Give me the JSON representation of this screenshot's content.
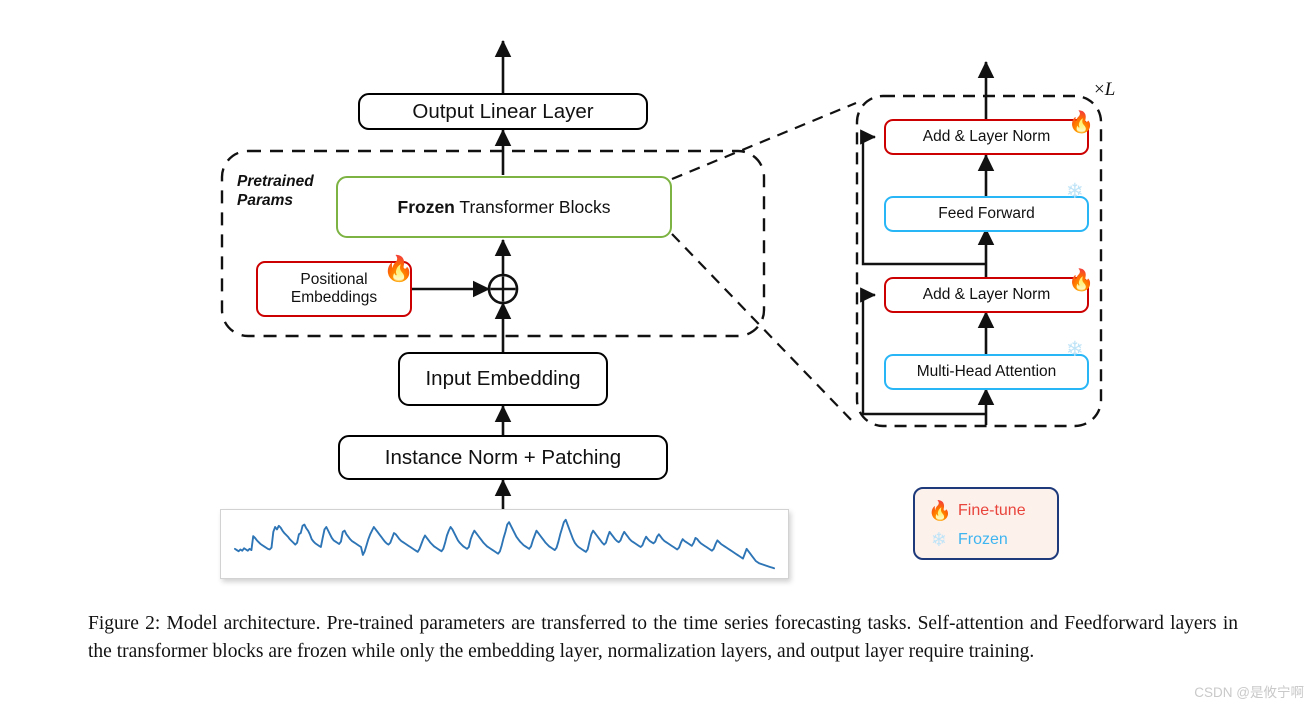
{
  "figure": {
    "caption": "Figure 2: Model architecture. Pre-trained parameters are transferred to the time series forecasting tasks. Self-attention and Feedforward layers in the transformer blocks are frozen while only the embedding layer, normalization layers, and output layer require training.",
    "watermark": "CSDN @是攸宁啊"
  },
  "main_pipeline": {
    "output_linear_layer": "Output Linear Layer",
    "frozen_transformer_blocks_bold": "Frozen",
    "frozen_transformer_blocks_rest": " Transformer Blocks",
    "positional_embeddings_line1": "Positional",
    "positional_embeddings_line2": "Embeddings",
    "input_embedding": "Input Embedding",
    "instance_norm_patching": "Instance Norm + Patching",
    "pretrained_params_line1": "Pretrained",
    "pretrained_params_line2": "Params",
    "add_symbol": "plus-circle-icon"
  },
  "transformer_detail": {
    "repeat_label_prefix": "×",
    "repeat_label_var": "L",
    "add_norm_top": "Add & Layer Norm",
    "feed_forward": "Feed Forward",
    "add_norm_bottom": "Add & Layer Norm",
    "multi_head_attention": "Multi-Head Attention"
  },
  "legend": {
    "fine_tune_icon": "fire-icon",
    "fine_tune_label": "Fine-tune",
    "frozen_icon": "snowflake-icon",
    "frozen_label": "Frozen"
  },
  "icons": {
    "fire": "🔥",
    "snowflake": "❄"
  },
  "colors": {
    "black_box_border": "#000000",
    "green_box_border": "#7CB342",
    "red_box_border": "#CC0000",
    "blue_box_border": "#29B6F6",
    "legend_border": "#1F3A7A",
    "legend_background": "#FDF1EC",
    "fine_tune_text": "#E8453C",
    "frozen_text": "#3FB5F0",
    "series_line": "#2E75B6"
  },
  "chart_data": {
    "type": "line",
    "title": "",
    "xlabel": "",
    "ylabel": "",
    "grid": false,
    "legend": "none",
    "description": "Noisy univariate time series input signal",
    "series": [
      {
        "name": "input-time-series",
        "color": "#2E75B6",
        "values": [
          34,
          32,
          30,
          33,
          31,
          35,
          33,
          31,
          34,
          32,
          55,
          52,
          48,
          45,
          42,
          40,
          38,
          36,
          34,
          33,
          36,
          62,
          70,
          66,
          72,
          69,
          64,
          60,
          57,
          54,
          50,
          47,
          44,
          41,
          44,
          58,
          60,
          72,
          74,
          68,
          64,
          58,
          50,
          46,
          43,
          41,
          39,
          37,
          52,
          66,
          70,
          64,
          58,
          52,
          48,
          46,
          44,
          42,
          46,
          62,
          64,
          58,
          54,
          50,
          47,
          45,
          43,
          41,
          39,
          37,
          24,
          30,
          40,
          50,
          58,
          64,
          70,
          66,
          62,
          58,
          54,
          50,
          46,
          43,
          41,
          44,
          52,
          60,
          58,
          54,
          50,
          47,
          45,
          43,
          41,
          39,
          37,
          35,
          33,
          31,
          29,
          34,
          42,
          50,
          56,
          52,
          48,
          44,
          41,
          38,
          36,
          34,
          32,
          30,
          34,
          44,
          56,
          64,
          70,
          66,
          60,
          54,
          48,
          44,
          41,
          38,
          36,
          34,
          37,
          50,
          58,
          64,
          60,
          56,
          52,
          48,
          44,
          41,
          38,
          36,
          34,
          32,
          30,
          28,
          26,
          30,
          40,
          52,
          62,
          74,
          78,
          72,
          66,
          60,
          54,
          50,
          46,
          43,
          40,
          38,
          36,
          34,
          38,
          48,
          56,
          64,
          60,
          56,
          52,
          48,
          44,
          41,
          38,
          36,
          34,
          32,
          36,
          46,
          58,
          68,
          78,
          82,
          74,
          66,
          58,
          50,
          44,
          40,
          37,
          35,
          33,
          31,
          29,
          33,
          46,
          58,
          64,
          60,
          56,
          52,
          48,
          44,
          41,
          44,
          54,
          62,
          58,
          54,
          50,
          47,
          45,
          48,
          56,
          62,
          58,
          54,
          50,
          47,
          45,
          43,
          41,
          39,
          37,
          40,
          48,
          54,
          50,
          47,
          45,
          43,
          46,
          54,
          58,
          54,
          50,
          47,
          45,
          43,
          41,
          39,
          37,
          35,
          33,
          36,
          44,
          50,
          47,
          45,
          43,
          41,
          39,
          44,
          52,
          50,
          46,
          43,
          41,
          39,
          37,
          35,
          33,
          31,
          34,
          42,
          48,
          45,
          42,
          40,
          38,
          36,
          34,
          32,
          30,
          28,
          26,
          24,
          22,
          20,
          18,
          26,
          34,
          30,
          26,
          22,
          18,
          14,
          12,
          10,
          9,
          8,
          7,
          6,
          5,
          4,
          3,
          2
        ]
      }
    ]
  }
}
